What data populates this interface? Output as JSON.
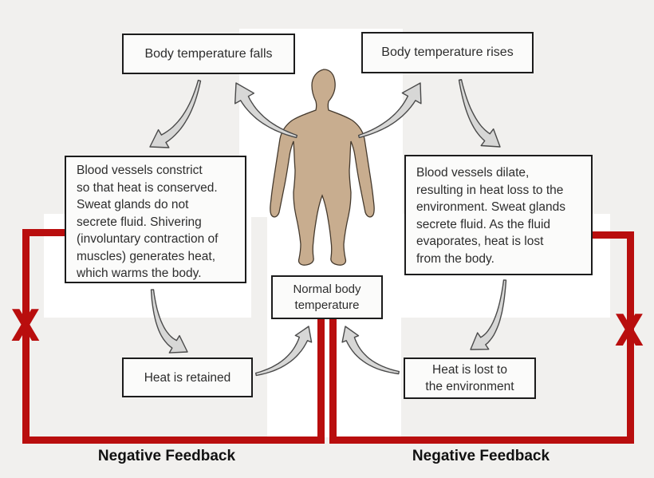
{
  "diagram": {
    "type": "negative-feedback-loop",
    "boxes": {
      "top_left": "Body temperature falls",
      "top_right": "Body temperature rises",
      "left": "Blood vessels constrict\nso that heat is conserved.\nSweat glands do not\nsecrete fluid. Shivering\n(involuntary contraction of\nmuscles) generates heat,\nwhich warms the body.",
      "right": "Blood vessels dilate,\nresulting in heat loss to the\nenvironment. Sweat glands\nsecrete fluid. As the fluid\nevaporates, heat is lost\nfrom the body.",
      "center": "Normal body\ntemperature",
      "bottom_left": "Heat is retained",
      "bottom_right": "Heat is lost to\nthe environment"
    },
    "labels": {
      "feedback_left": "Negative Feedback",
      "feedback_right": "Negative Feedback",
      "block_symbol": "X"
    },
    "colors": {
      "feedback_line": "#b90e0e",
      "arrow_fill": "#d7d7d6",
      "arrow_stroke": "#4a4a4a",
      "box_border": "#1c1c1c",
      "box_bg": "#fbfbfa",
      "page_bg": "#f1f0ee",
      "band": "#ffffff",
      "body_fill": "#c8ad8f",
      "body_outline": "#453a2e",
      "text": "#2d2d2d"
    }
  }
}
